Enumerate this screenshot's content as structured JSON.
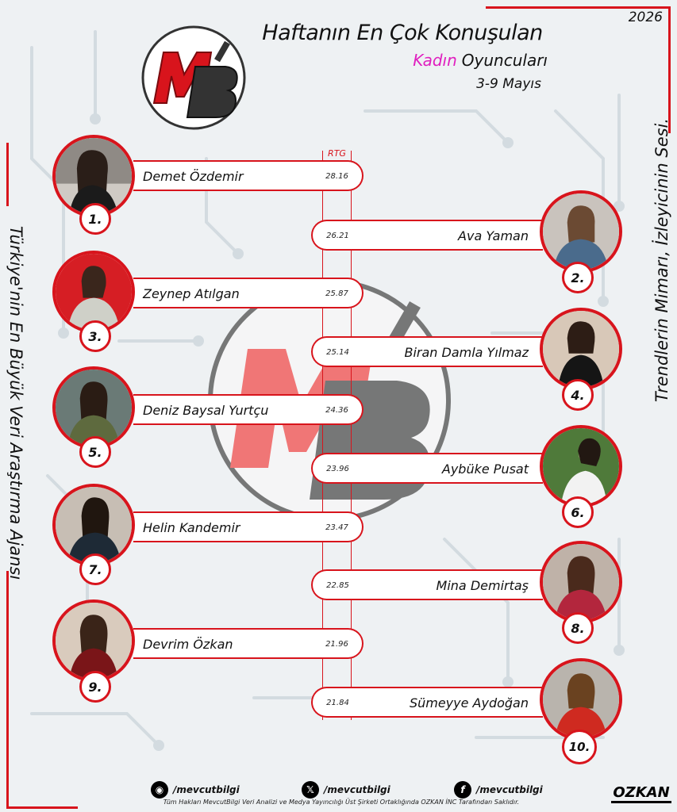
{
  "header": {
    "year": "2026",
    "title_line1": "Haftanın En Çok Konuşulan",
    "title_line2_highlight": "Kadın",
    "title_line2_rest": "Oyuncuları",
    "date_range": "3-9 Mayıs"
  },
  "sidebar": {
    "left_text": "Türkiye'nin En Büyük Veri Araştırma Ajansı",
    "right_text": "Trendlerin Mimarı, İzleyicinin Sesi."
  },
  "table": {
    "column_label": "RTG",
    "entries": [
      {
        "rank": "1.",
        "name": "Demet Özdemir",
        "rtg": "28.16"
      },
      {
        "rank": "2.",
        "name": "Ava Yaman",
        "rtg": "26.21"
      },
      {
        "rank": "3.",
        "name": "Zeynep Atılgan",
        "rtg": "25.87"
      },
      {
        "rank": "4.",
        "name": "Biran Damla Yılmaz",
        "rtg": "25.14"
      },
      {
        "rank": "5.",
        "name": "Deniz Baysal Yurtçu",
        "rtg": "24.36"
      },
      {
        "rank": "6.",
        "name": "Aybüke Pusat",
        "rtg": "23.96"
      },
      {
        "rank": "7.",
        "name": "Helin Kandemir",
        "rtg": "23.47"
      },
      {
        "rank": "8.",
        "name": "Mina Demirtaş",
        "rtg": "22.85"
      },
      {
        "rank": "9.",
        "name": "Devrim Özkan",
        "rtg": "21.96"
      },
      {
        "rank": "10.",
        "name": "Sümeyye Aydoğan",
        "rtg": "21.84"
      }
    ]
  },
  "footer": {
    "instagram": "/mevcutbilgi",
    "x": "/mevcutbilgi",
    "facebook": "/mevcutbilgi",
    "copyright": "Tüm Hakları MevcutBilgi Veri Analizi ve Medya Yayıncılığı Üst Şirketi Ortaklığında OZKAN İNC Tarafından Saklıdır.",
    "brand": "OZKAN"
  },
  "colors": {
    "accent": "#d8141c",
    "highlight": "#e01fbf"
  },
  "icons": {
    "instagram": "instagram-icon",
    "x": "x-icon",
    "facebook": "facebook-icon"
  }
}
